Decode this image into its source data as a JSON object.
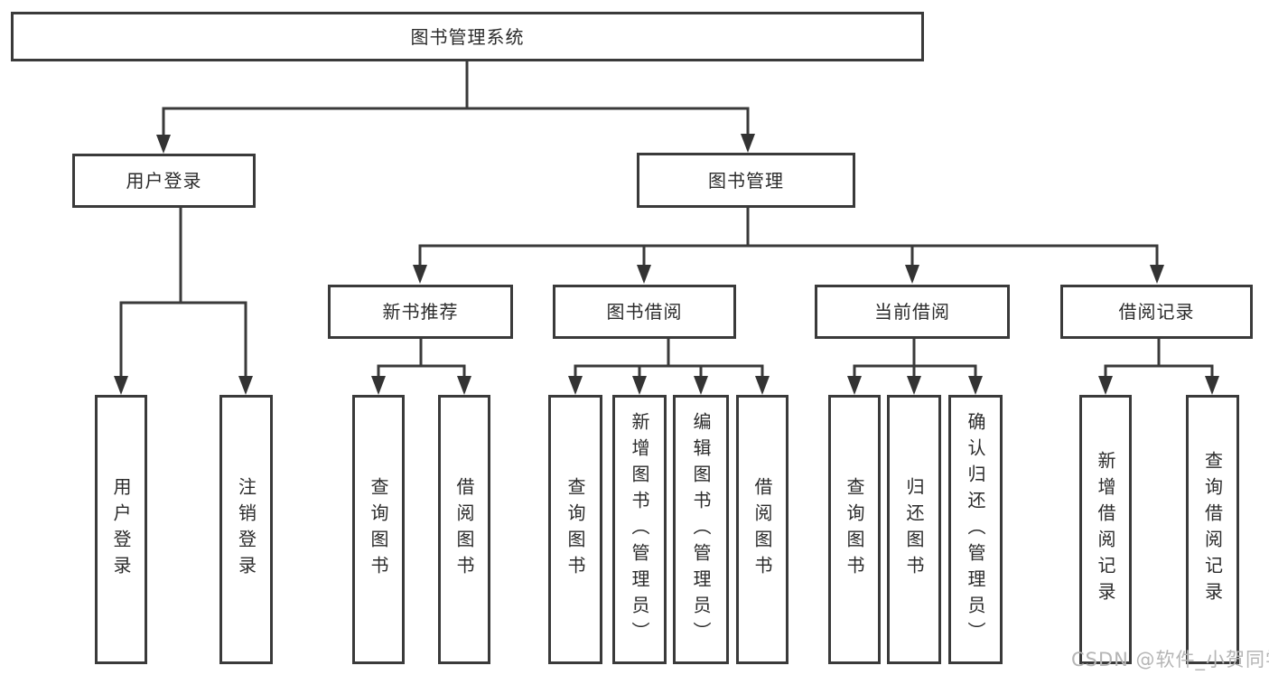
{
  "colors": {
    "line": "#3a3a3a",
    "box_border": "#3a3a3a",
    "text": "#2b2b2b",
    "watermark": "#b5b5b5",
    "background": "#ffffff"
  },
  "diagram": {
    "root": {
      "label": "图书管理系统"
    },
    "level2": [
      {
        "label": "用户登录"
      },
      {
        "label": "图书管理"
      }
    ],
    "level3": [
      {
        "label": "新书推荐"
      },
      {
        "label": "图书借阅"
      },
      {
        "label": "当前借阅"
      },
      {
        "label": "借阅记录"
      }
    ],
    "leaves": {
      "user_login": [
        {
          "label": "用户登录"
        },
        {
          "label": "注销登录"
        }
      ],
      "new_book": [
        {
          "label": "查询图书"
        },
        {
          "label": "借阅图书"
        }
      ],
      "book_borrow": [
        {
          "label": "查询图书"
        },
        {
          "label": "新增图书（管理员）"
        },
        {
          "label": "编辑图书（管理员）"
        },
        {
          "label": "借阅图书"
        }
      ],
      "current_borrow": [
        {
          "label": "查询图书"
        },
        {
          "label": "归还图书"
        },
        {
          "label": "确认归还（管理员）"
        }
      ],
      "borrow_record": [
        {
          "label": "新增借阅记录"
        },
        {
          "label": "查询借阅记录"
        }
      ]
    }
  },
  "watermark": {
    "text": "CSDN @软件_小贺同学"
  }
}
